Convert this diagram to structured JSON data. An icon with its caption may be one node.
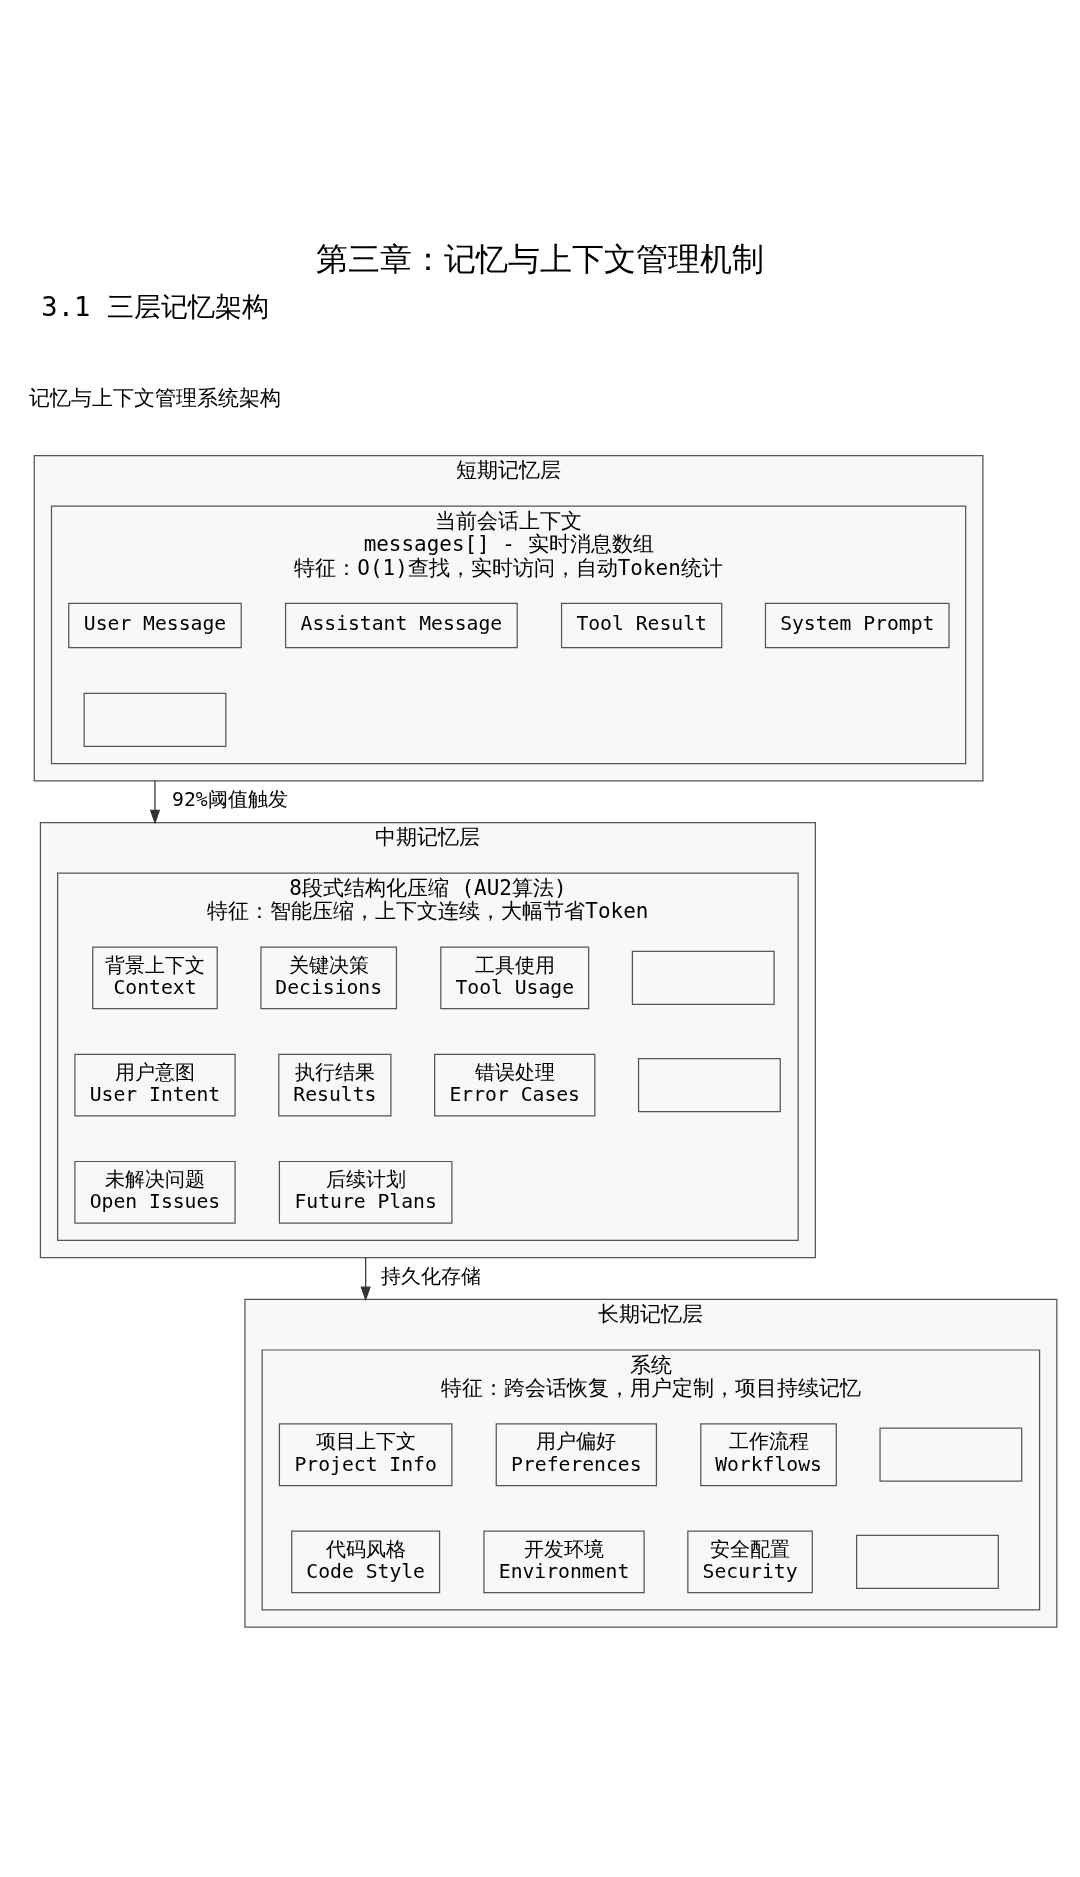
{
  "diagram": {
    "title": "第三章：记忆与上下文管理机制",
    "nodes": [
      {
        "text": [
          "短期记忆层"
        ]
      },
      {
        "text": [
          "当前会话上下文",
          "messages[] - 实时消息数组",
          "特征：O(1)查找，实时访问，自动Token统计"
        ],
        "in": 0
      },
      {
        "text": [
          "User Message"
        ],
        "in": 1
      },
      {
        "text": [
          "Assistant Message"
        ],
        "in": 1
      },
      {
        "text": [
          "Tool Result"
        ],
        "in": 1
      },
      {
        "text": [
          "System Prompt"
        ],
        "in": 1
      },
      {
        "text": [],
        "shape": "box",
        "in": 1
      },
      {
        "text": [
          "中期记忆层"
        ]
      },
      {
        "text": [
          "8段式结构化压缩 (AU2算法)",
          "特征：智能压缩，上下文连续，大幅节省Token"
        ],
        "in": 7
      },
      {
        "text": [
          "背景上下文",
          "Context"
        ],
        "in": 8
      },
      {
        "text": [
          "关键决策",
          "Decisions"
        ],
        "in": 8
      },
      {
        "text": [
          "工具使用",
          "Tool Usage"
        ],
        "in": 8
      },
      {
        "text": [],
        "shape": "box",
        "in": 8
      },
      {
        "text": [
          "用户意图",
          "User Intent"
        ],
        "in": 8
      },
      {
        "text": [
          "执行结果",
          "Results"
        ],
        "in": 8
      },
      {
        "text": [
          "错误处理",
          "Error Cases"
        ],
        "in": 8
      },
      {
        "text": [],
        "shape": "box",
        "in": 8
      },
      {
        "text": [
          "未解决问题",
          "Open Issues"
        ],
        "in": 8
      },
      {
        "text": [
          "后续计划",
          "Future Plans"
        ],
        "in": 8
      },
      {
        "text": [
          "长期记忆层"
        ]
      },
      {
        "text": [
          "系统",
          "特征：跨会话恢复，用户定制，项目持续记忆"
        ],
        "in": 19
      },
      {
        "text": [
          "项目上下文",
          "Project Info"
        ],
        "in": 20
      },
      {
        "text": [
          "用户偏好",
          "Preferences"
        ],
        "in": 20
      },
      {
        "text": [
          "工作流程",
          "Workflows"
        ],
        "in": 20
      },
      {
        "text": [],
        "shape": "box",
        "in": 20
      },
      {
        "text": [
          "代码风格",
          "Code Style"
        ],
        "in": 20
      },
      {
        "text": [
          "开发环境",
          "Environment"
        ],
        "in": 20
      },
      {
        "text": [
          "安全配置",
          "Security"
        ],
        "in": 20
      },
      {
        "text": [],
        "shape": "box",
        "in": 20
      }
    ],
    "edges": [
      {
        "from": 0,
        "to": 7,
        "arrow": "to",
        "label": "92%阈值触发"
      },
      {
        "from": 7,
        "to": 19,
        "arrow": "to",
        "label": "持久化存储"
      }
    ],
    "labels": [
      "3.1 三层记忆架构",
      "记忆与上下文管理系统架构"
    ]
  }
}
